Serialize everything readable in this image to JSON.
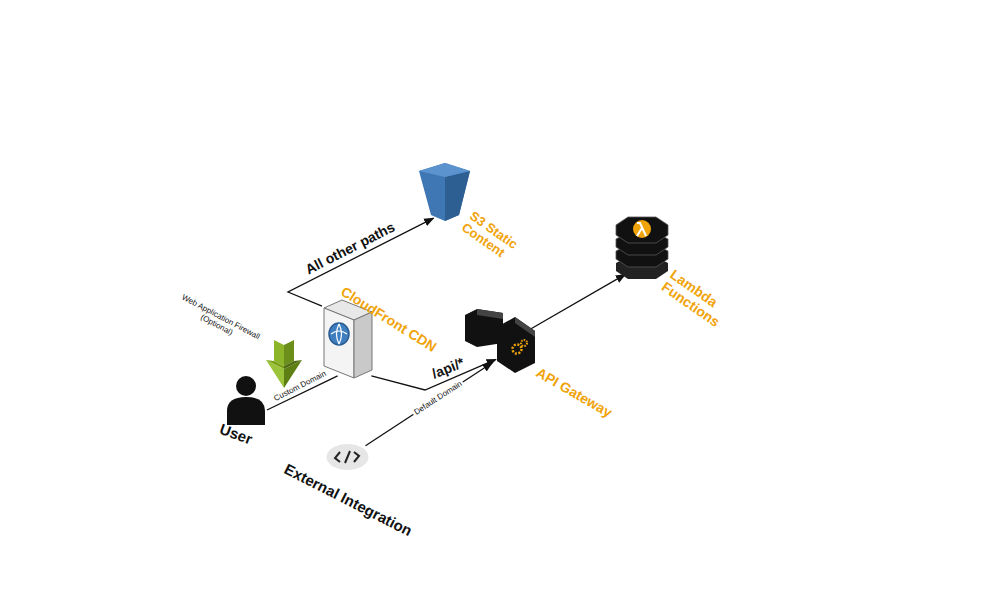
{
  "diagram": {
    "nodes": [
      {
        "text": [
          "User"
        ]
      },
      {
        "text": [
          "Web Application Firewall (Optional)"
        ]
      },
      {
        "text": [
          "CloudFront CDN"
        ]
      },
      {
        "text": [
          "S3 Static Content"
        ]
      },
      {
        "text": [
          "API Gateway"
        ]
      },
      {
        "text": [
          "Lambda Functions"
        ]
      },
      {
        "text": [
          "External Integration"
        ]
      }
    ],
    "edges": [
      {
        "from": 0,
        "to": 2,
        "label": "Custom Domain",
        "arrow": "none"
      },
      {
        "from": 2,
        "to": 3,
        "label": "All other paths",
        "arrow": "to"
      },
      {
        "from": 2,
        "to": 4,
        "label": "/api/*",
        "arrow": "to"
      },
      {
        "from": 6,
        "to": 4,
        "label": "Default Domain",
        "arrow": "to"
      },
      {
        "from": 4,
        "to": 5,
        "arrow": "to"
      }
    ]
  }
}
